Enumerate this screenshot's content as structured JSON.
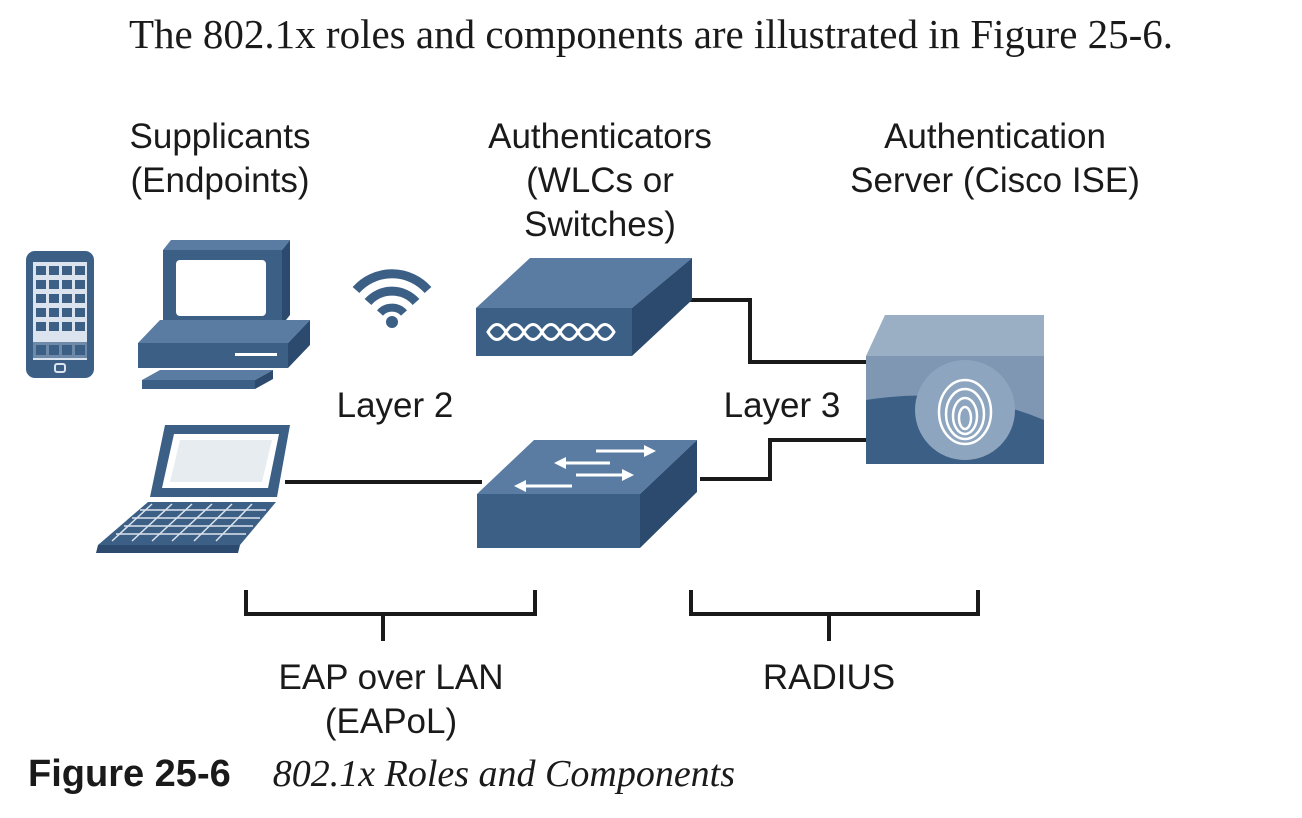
{
  "intro_text": "The 802.1x roles and components are illustrated in Figure 25-6.",
  "diagram": {
    "groups": {
      "supplicants": [
        "Supplicants",
        "(Endpoints)"
      ],
      "authenticators": [
        "Authenticators",
        "(WLCs or",
        "Switches)"
      ],
      "server": [
        "Authentication",
        "Server (Cisco ISE)"
      ]
    },
    "layer_labels": {
      "layer2": "Layer 2",
      "layer3": "Layer 3"
    },
    "protocols": {
      "eapol": [
        "EAP over LAN",
        "(EAPoL)"
      ],
      "radius": [
        "RADIUS"
      ]
    },
    "icons": [
      "smartphone-icon",
      "desktop-computer-icon",
      "wireless-signal-icon",
      "laptop-icon",
      "wireless-lan-controller-icon",
      "switch-icon",
      "identity-services-engine-icon"
    ],
    "colors": {
      "device_blue": "#3c5f86",
      "device_light": "#9aaec4",
      "line": "#1a1a1a"
    }
  },
  "caption": {
    "number": "Figure 25-6",
    "title": "802.1x Roles and Components"
  }
}
